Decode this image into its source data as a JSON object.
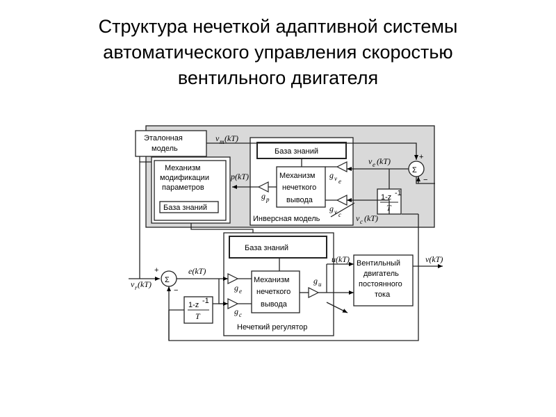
{
  "title": {
    "lines": [
      "Структура нечеткой адаптивной системы",
      "автоматического управления скоростью",
      "вентильного двигателя"
    ]
  },
  "diagram": {
    "reference_model": [
      "Эталонная",
      "модель"
    ],
    "modification_mechanism": [
      "Механизм",
      "модификации",
      "параметров"
    ],
    "kb_label": "База знаний",
    "inference_mechanism": [
      "Механизм",
      "нечеткого",
      "вывода"
    ],
    "inverse_model_label": "Инверсная модель",
    "fuzzy_controller_label": "Нечеткий регулятор",
    "motor": [
      "Вентильный",
      "двигатель",
      "постоянного",
      "тока"
    ],
    "sigma": "Σ",
    "plus": "+",
    "minus": "−",
    "tf_num": "1-z",
    "tf_exp": "-1",
    "tf_den": "T",
    "signals": {
      "vm": "v",
      "vm_sub": "m",
      "vm_arg": "(kT)",
      "ve": "v",
      "ve_sub": "e",
      "ve_arg": "(kT)",
      "vc": "v",
      "vc_sub": "c",
      "vc_arg": "(kT)",
      "p": "p(kT)",
      "e": "e(kT)",
      "u": "u(kT)",
      "v": "v(kT)",
      "vr": "v",
      "vr_sub": "r",
      "vr_arg": " (kT)"
    },
    "gains": {
      "g": "g",
      "gve_sub": "v",
      "gve_subsub": "e",
      "gvc_sub": "v",
      "gvc_subsub": "c",
      "gp_sub": "p",
      "ge_sub": "e",
      "gc_sub": "c",
      "gu_sub": "u"
    }
  }
}
